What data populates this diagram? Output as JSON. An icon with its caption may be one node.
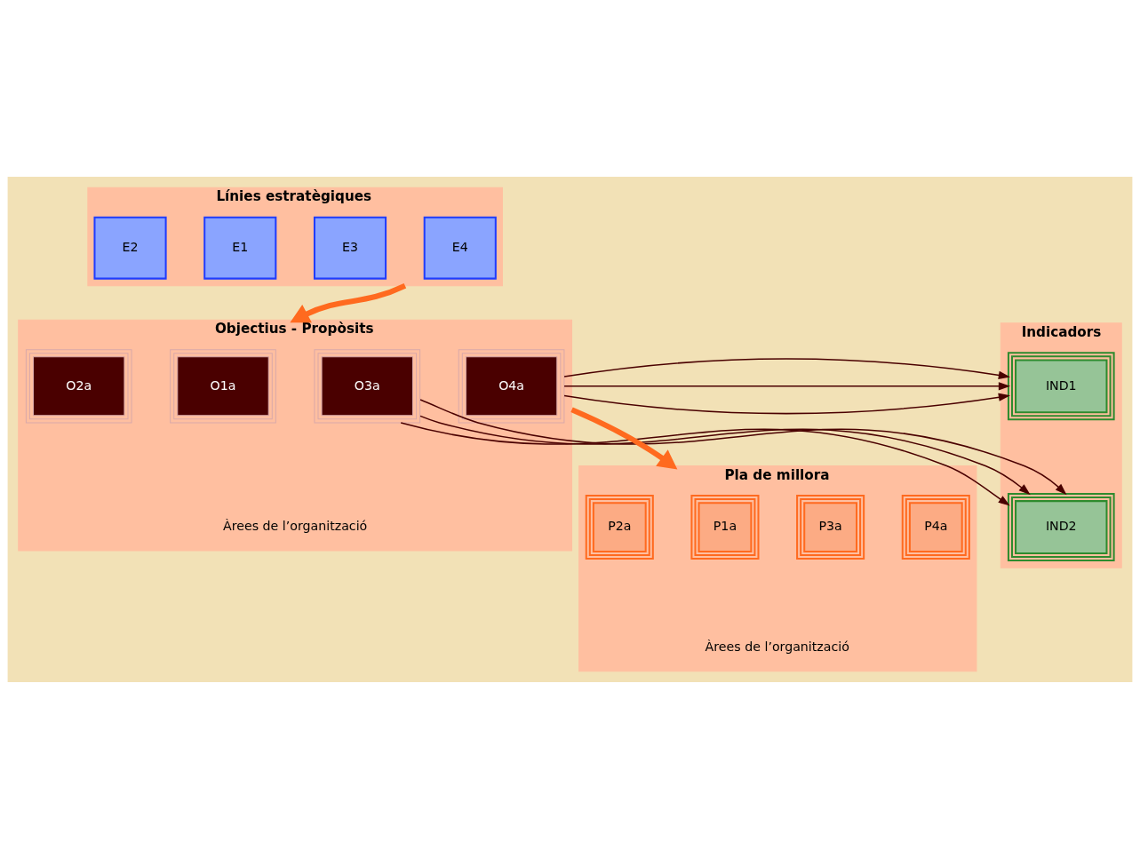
{
  "diagram": {
    "nodes": [
      {
        "text": [
          "Línies estratègiques"
        ]
      },
      {
        "text": [
          "E1"
        ],
        "in": 0
      },
      {
        "text": [
          "E2"
        ],
        "in": 0
      },
      {
        "text": [
          "E3"
        ],
        "in": 0
      },
      {
        "text": [
          "E4"
        ],
        "in": 0
      },
      {
        "text": [
          "Objectius - Propòsits",
          "Àrees de l’organització"
        ]
      },
      {
        "text": [
          "O1a"
        ],
        "in": 5
      },
      {
        "text": [
          "O2a"
        ],
        "in": 5
      },
      {
        "text": [
          "O3a"
        ],
        "in": 5
      },
      {
        "text": [
          "O4a"
        ],
        "in": 5
      },
      {
        "text": [
          "Pla de millora",
          "Àrees de l’organització"
        ]
      },
      {
        "text": [
          "P1a"
        ],
        "in": 10
      },
      {
        "text": [
          "P2a"
        ],
        "in": 10
      },
      {
        "text": [
          "P3a"
        ],
        "in": 10
      },
      {
        "text": [
          "P4a"
        ],
        "in": 10
      },
      {
        "text": [
          "Indicadors"
        ]
      },
      {
        "text": [
          "IND1"
        ],
        "in": 15
      },
      {
        "text": [
          "IND2"
        ],
        "in": 15
      }
    ],
    "edges": [
      {
        "from": 0,
        "to": 5,
        "arrow": "to",
        "style": "thick",
        "color": "#ff6a1f"
      },
      {
        "from": 5,
        "to": 10,
        "arrow": "to",
        "style": "thick",
        "color": "#ff6a1f"
      },
      {
        "from": 9,
        "to": 16,
        "arrow": "to"
      },
      {
        "from": 9,
        "to": 16,
        "arrow": "to"
      },
      {
        "from": 9,
        "to": 16,
        "arrow": "to"
      },
      {
        "from": 8,
        "to": 17,
        "arrow": "to"
      },
      {
        "from": 8,
        "to": 17,
        "arrow": "to"
      },
      {
        "from": 8,
        "to": 17,
        "arrow": "to"
      }
    ]
  }
}
